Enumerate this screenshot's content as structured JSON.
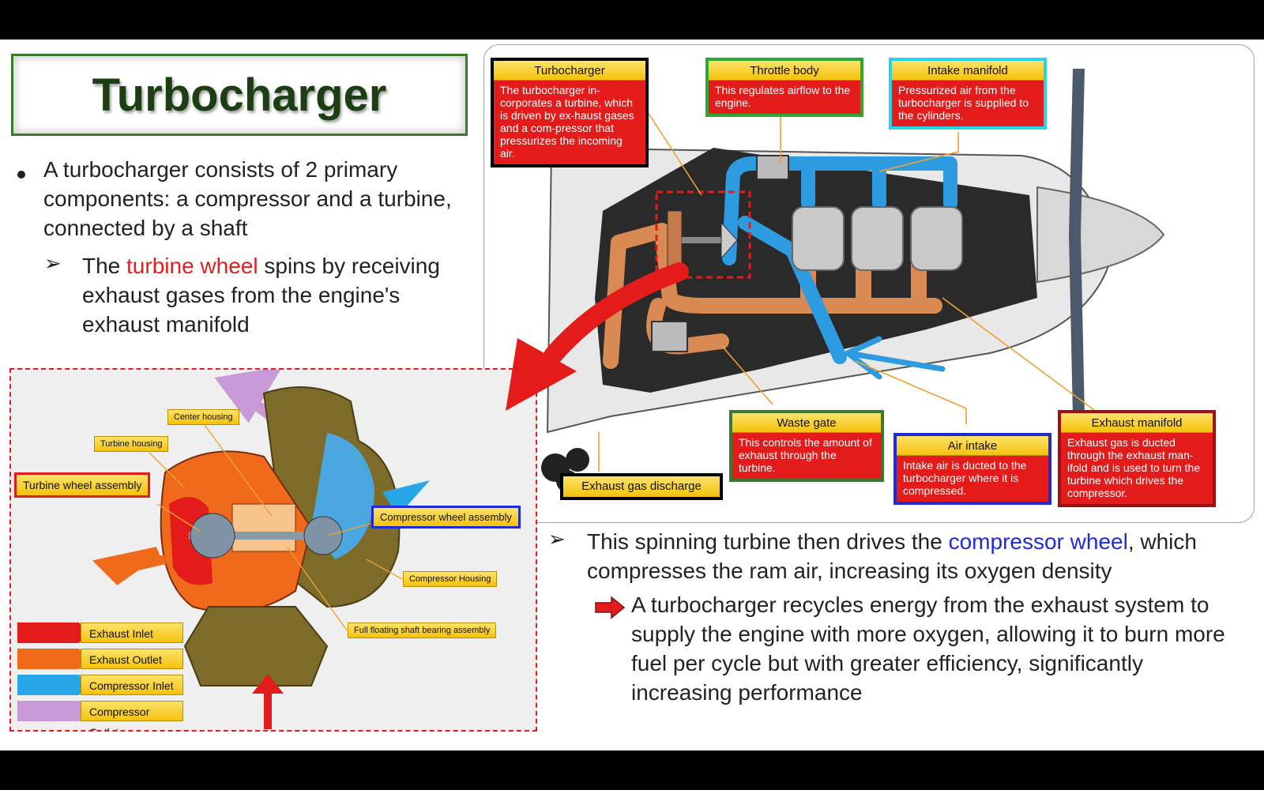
{
  "title": "Turbocharger",
  "bullets": {
    "b1": "A turbocharger consists of 2 primary components: a compressor and a turbine, connected by a shaft",
    "b2_pre": "The ",
    "b2_hl": "turbine wheel",
    "b2_post": " spins by receiving exhaust gases from the engine's exhaust manifold",
    "b3_pre": "This spinning turbine then drives the ",
    "b3_hl": "compressor wheel",
    "b3_post": ", which compresses the ram air, increasing its oxygen density",
    "b4": "A turbocharger recycles energy from the exhaust system to supply the engine with more oxygen, allowing it to burn more fuel per cycle but with greater efficiency, significantly increasing performance"
  },
  "engine_callouts": {
    "turbocharger": {
      "title": "Turbocharger",
      "text": "The turbocharger in-corporates a turbine, which is driven by ex-haust gases and a com-pressor that pressurizes the incoming air.",
      "border": "#000000"
    },
    "throttle": {
      "title": "Throttle body",
      "text": "This regulates airflow to the engine.",
      "border": "#2fa82f"
    },
    "intake": {
      "title": "Intake manifold",
      "text": "Pressurized air from the turbocharger is supplied to the cylinders.",
      "border": "#27d3e8"
    },
    "wastegate": {
      "title": "Waste gate",
      "text": "This controls the amount of exhaust through the turbine.",
      "border": "#3b7a2b"
    },
    "airintake": {
      "title": "Air intake",
      "text": "Intake air is ducted to the turbocharger where it is compressed.",
      "border": "#1f2bd6"
    },
    "exhaust": {
      "title": "Exhaust manifold",
      "text": "Exhaust gas is ducted through the exhaust man-ifold and is used to turn the turbine which drives the compressor.",
      "border": "#a01010"
    },
    "discharge": {
      "title": "Exhaust gas discharge"
    }
  },
  "turbo_labels": {
    "center_housing": "Center housing",
    "turbine_housing": "Turbine housing",
    "turbine_wheel": "Turbine wheel assembly",
    "compressor_wheel": "Compressor wheel assembly",
    "compressor_housing": "Compressor Housing",
    "bearing": "Full floating shaft bearing assembly"
  },
  "legend": [
    {
      "label": "Exhaust Inlet",
      "color": "#e41b1b"
    },
    {
      "label": "Exhaust Outlet",
      "color": "#f06a1c"
    },
    {
      "label": "Compressor Inlet",
      "color": "#27a7e8"
    },
    {
      "label": "Compressor Outlet",
      "color": "#c79ad6"
    }
  ],
  "colors": {
    "exhaust_pipe": "#d98a52",
    "intake_pipe": "#2d9be0",
    "arrow_red": "#e41b1b",
    "title_green": "#3b7a2b"
  }
}
